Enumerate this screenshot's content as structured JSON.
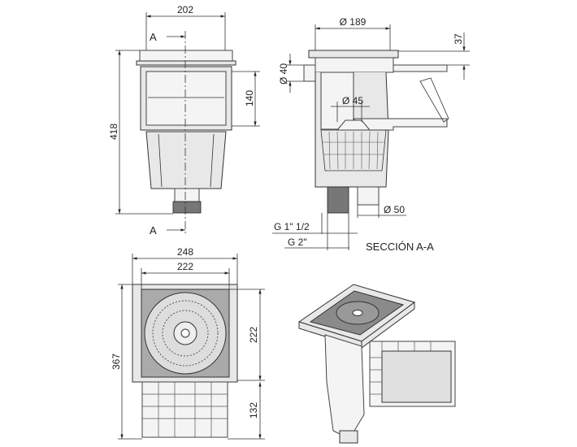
{
  "front_view": {
    "width_label": "202",
    "height_label": "418",
    "opening_label": "140",
    "section_mark_top": "A",
    "section_mark_bottom": "A"
  },
  "section_view": {
    "diameter_top": "Ø 189",
    "flange_label": "37",
    "side_port": "Ø 40",
    "center_port": "Ø 45",
    "outlet": "Ø 50",
    "thread_inner": "G 1\" 1/2",
    "thread_outer": "G 2\"",
    "title": "SECCIÓN A-A"
  },
  "top_view": {
    "overall_width": "248",
    "inner_width": "222",
    "inner_height": "222",
    "overall_height": "367",
    "lower_height": "132"
  },
  "colors": {
    "line": "#333333",
    "fill": "#e8e8e8"
  }
}
